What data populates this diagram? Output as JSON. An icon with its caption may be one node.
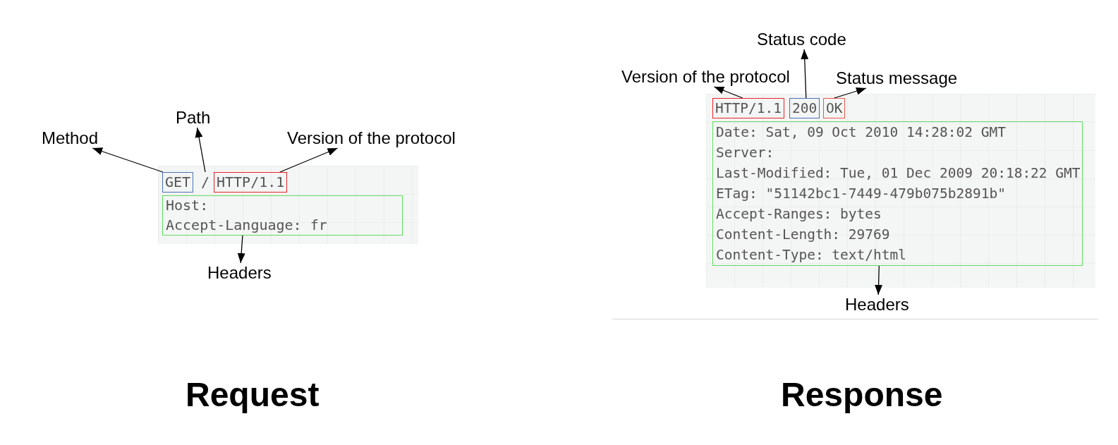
{
  "diagram": {
    "nodes": [
      {
        "text": [
          "Path"
        ]
      },
      {
        "text": [
          "Method"
        ]
      },
      {
        "text": [
          "Version of the protocol"
        ]
      },
      {
        "text": [],
        "shape": "box"
      },
      {
        "text": [
          "GET"
        ],
        "in": 3
      },
      {
        "text": [
          "/"
        ],
        "in": 3
      },
      {
        "text": [
          "HTTP/1.1"
        ],
        "in": 3
      },
      {
        "text": [
          "Host:",
          "Accept-Language: fr"
        ],
        "in": 3
      },
      {
        "text": [
          "Headers"
        ]
      },
      {
        "text": [
          "Status code"
        ]
      },
      {
        "text": [
          "Version of the protocol"
        ]
      },
      {
        "text": [
          "Status message"
        ]
      },
      {
        "text": [],
        "shape": "box"
      },
      {
        "text": [
          "HTTP/1.1"
        ],
        "in": 12
      },
      {
        "text": [
          "200"
        ],
        "in": 12
      },
      {
        "text": [
          "OK"
        ],
        "in": 12
      },
      {
        "text": [
          "Date: Sat, 09 Oct 2010 14:28:02 GMT",
          "Server:",
          "Last-Modified: Tue, 01 Dec 2009 20:18:22 GMT",
          "ETag: \"51142bc1-7449-479b075b2891b\"",
          "Accept-Ranges: bytes",
          "Content-Length: 29769",
          "Content-Type: text/html"
        ],
        "in": 12
      },
      {
        "text": [
          "Headers"
        ]
      }
    ],
    "edges": [
      {
        "from": 4,
        "to": 1,
        "arrow": "to"
      },
      {
        "from": 5,
        "to": 0,
        "arrow": "to"
      },
      {
        "from": 6,
        "to": 2,
        "arrow": "to"
      },
      {
        "from": 7,
        "to": 8,
        "arrow": "to"
      },
      {
        "from": 13,
        "to": 10,
        "arrow": "to"
      },
      {
        "from": 14,
        "to": 9,
        "arrow": "to"
      },
      {
        "from": 15,
        "to": 11,
        "arrow": "to"
      },
      {
        "from": 16,
        "to": 17,
        "arrow": "to"
      }
    ],
    "labels": [
      "Request",
      "Response"
    ]
  }
}
